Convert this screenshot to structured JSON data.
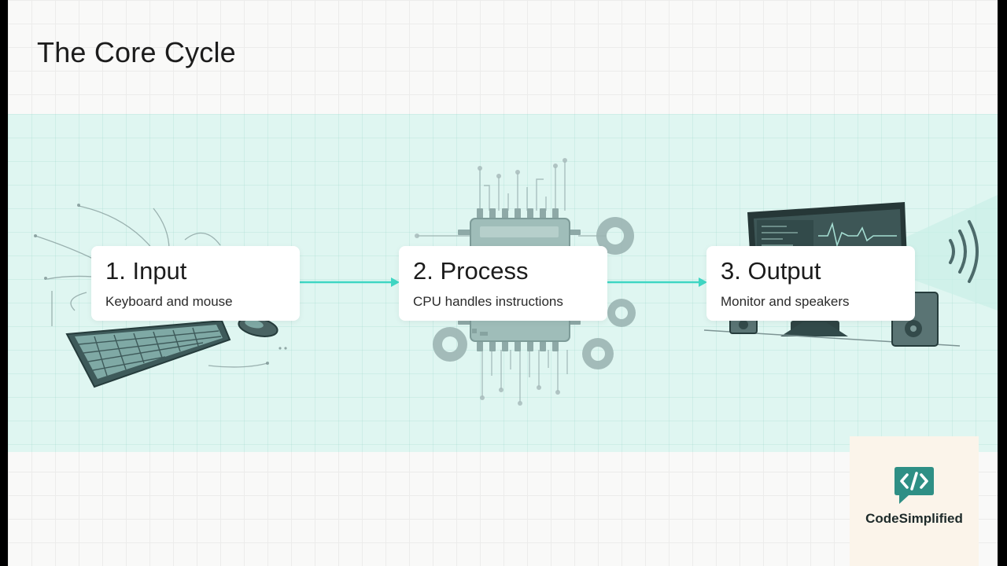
{
  "slide": {
    "title": "The Core Cycle"
  },
  "steps": [
    {
      "label": "1. Input",
      "description": "Keyboard and mouse",
      "icon": "keyboard-mouse-icon"
    },
    {
      "label": "2. Process",
      "description": "CPU handles instructions",
      "icon": "cpu-chip-icon"
    },
    {
      "label": "3. Output",
      "description": "Monitor and speakers",
      "icon": "monitor-speakers-icon"
    }
  ],
  "connectors": [
    "arrow-right",
    "arrow-right"
  ],
  "brand": {
    "name": "CodeSimplified",
    "icon": "code-brackets-icon",
    "accent_color": "#2e8f85"
  },
  "colors": {
    "band": "#dff6f1",
    "arrow": "#3fd6c3",
    "card": "#ffffff",
    "illustration": "#3a5656"
  }
}
